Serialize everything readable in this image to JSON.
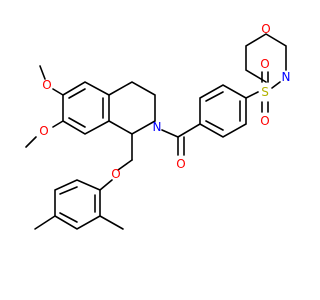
{
  "molecule": {
    "atom_labels": {
      "o_methoxy_top": "O",
      "o_methoxy_bottom": "O",
      "n_ring": "N",
      "o_carbonyl": "O",
      "o_ether": "O",
      "s_sulfonyl": "S",
      "o_sulfonyl_top": "O",
      "o_sulfonyl_bottom": "O",
      "n_morpholine": "N",
      "o_morpholine": "O"
    },
    "colors": {
      "bond": "#000000",
      "oxygen": "#ff0000",
      "nitrogen": "#0000ff",
      "sulfur": "#b2b200",
      "background": "#ffffff"
    }
  }
}
